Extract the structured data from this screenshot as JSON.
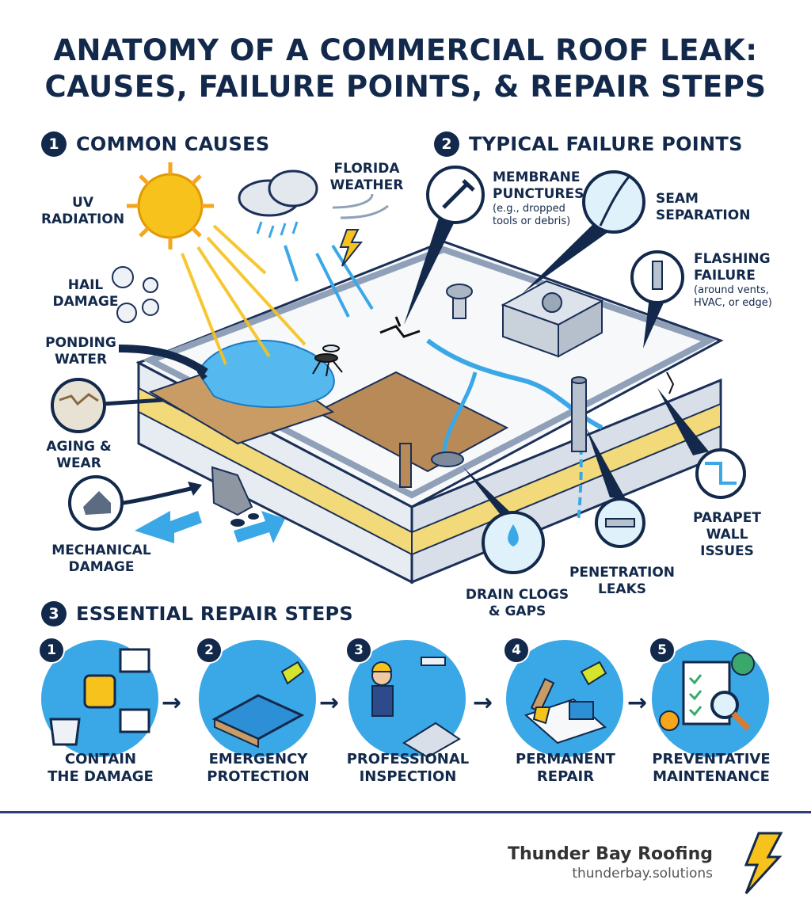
{
  "title": {
    "line1": "ANATOMY OF A COMMERCIAL ROOF LEAK:",
    "line2": "CAUSES, FAILURE POINTS, & REPAIR STEPS"
  },
  "sections": {
    "causes": {
      "number": "1",
      "label": "COMMON CAUSES"
    },
    "failures": {
      "number": "2",
      "label": "TYPICAL FAILURE POINTS"
    },
    "repair": {
      "number": "3",
      "label": "ESSENTIAL REPAIR STEPS"
    }
  },
  "causes": {
    "uv": {
      "l1": "UV",
      "l2": "RADIATION"
    },
    "weather": {
      "l1": "FLORIDA",
      "l2": "WEATHER"
    },
    "hail": {
      "l1": "HAIL",
      "l2": "DAMAGE"
    },
    "ponding": {
      "l1": "PONDING",
      "l2": "WATER"
    },
    "aging": {
      "l1": "AGING &",
      "l2": "WEAR"
    },
    "mechanical": {
      "l1": "MECHANICAL",
      "l2": "DAMAGE"
    }
  },
  "failures": {
    "membrane": {
      "l1": "MEMBRANE",
      "l2": "PUNCTURES",
      "note1": "(e.g., dropped",
      "note2": "tools or debris)"
    },
    "seam": {
      "l1": "SEAM",
      "l2": "SEPARATION"
    },
    "flashing": {
      "l1": "FLASHING",
      "l2": "FAILURE",
      "note1": "(around vents,",
      "note2": "HVAC, or edge)"
    },
    "parapet": {
      "l1": "PARAPET",
      "l2": "WALL",
      "l3": "ISSUES"
    },
    "penetration": {
      "l1": "PENETRATION",
      "l2": "LEAKS"
    },
    "drain": {
      "l1": "DRAIN CLOGS",
      "l2": "& GAPS"
    }
  },
  "steps": [
    {
      "number": "1",
      "l1": "CONTAIN",
      "l2": "THE DAMAGE"
    },
    {
      "number": "2",
      "l1": "EMERGENCY",
      "l2": "PROTECTION"
    },
    {
      "number": "3",
      "l1": "PROFESSIONAL",
      "l2": "INSPECTION"
    },
    {
      "number": "4",
      "l1": "PERMANENT",
      "l2": "REPAIR"
    },
    {
      "number": "5",
      "l1": "PREVENTATIVE",
      "l2": "MAINTENANCE"
    }
  ],
  "footer": {
    "brand": "Thunder Bay Roofing",
    "url": "thunderbay.solutions"
  },
  "colors": {
    "navy": "#13294b",
    "water": "#3aa7e6",
    "sun": "#f7c21b",
    "insulation": "#f2d97a",
    "wood": "#b88a58"
  },
  "icons": [
    "sun-icon",
    "cloud-rain-icon",
    "lightning-icon",
    "hail-icon",
    "mosquito-icon",
    "hvac-unit-icon",
    "vent-icon",
    "drain-icon",
    "pipe-icon",
    "footprint-icon",
    "lightning-logo-icon"
  ]
}
